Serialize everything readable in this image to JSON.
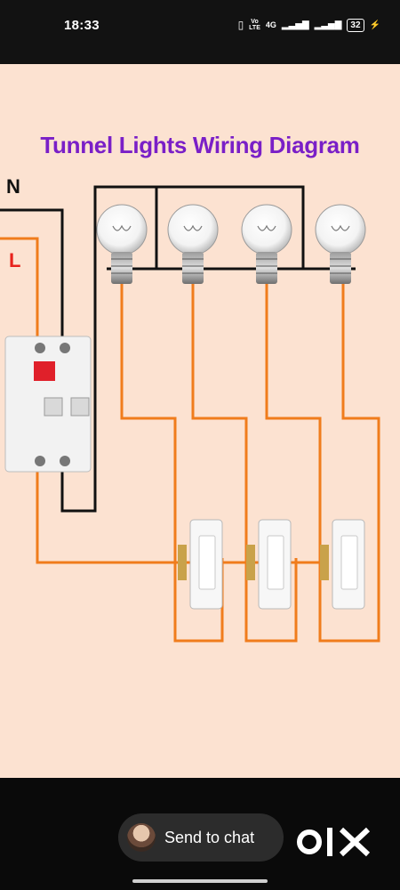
{
  "status_bar": {
    "time": "18:33",
    "volte": "Vo\nLTE",
    "network": "4G",
    "battery": "32"
  },
  "diagram": {
    "title": "Tunnel Lights Wiring Diagram",
    "neutral_label": "N",
    "live_label": "L",
    "colors": {
      "background": "#fce2d1",
      "title": "#7a1fc7",
      "neutral_wire": "#111111",
      "live_wire": "#f07c1c",
      "live_label": "#e8221c"
    },
    "bulb_count": 4,
    "switch_count": 3
  },
  "bottom_bar": {
    "chat_button_label": "Send to chat",
    "brand_logo": "OLX"
  }
}
